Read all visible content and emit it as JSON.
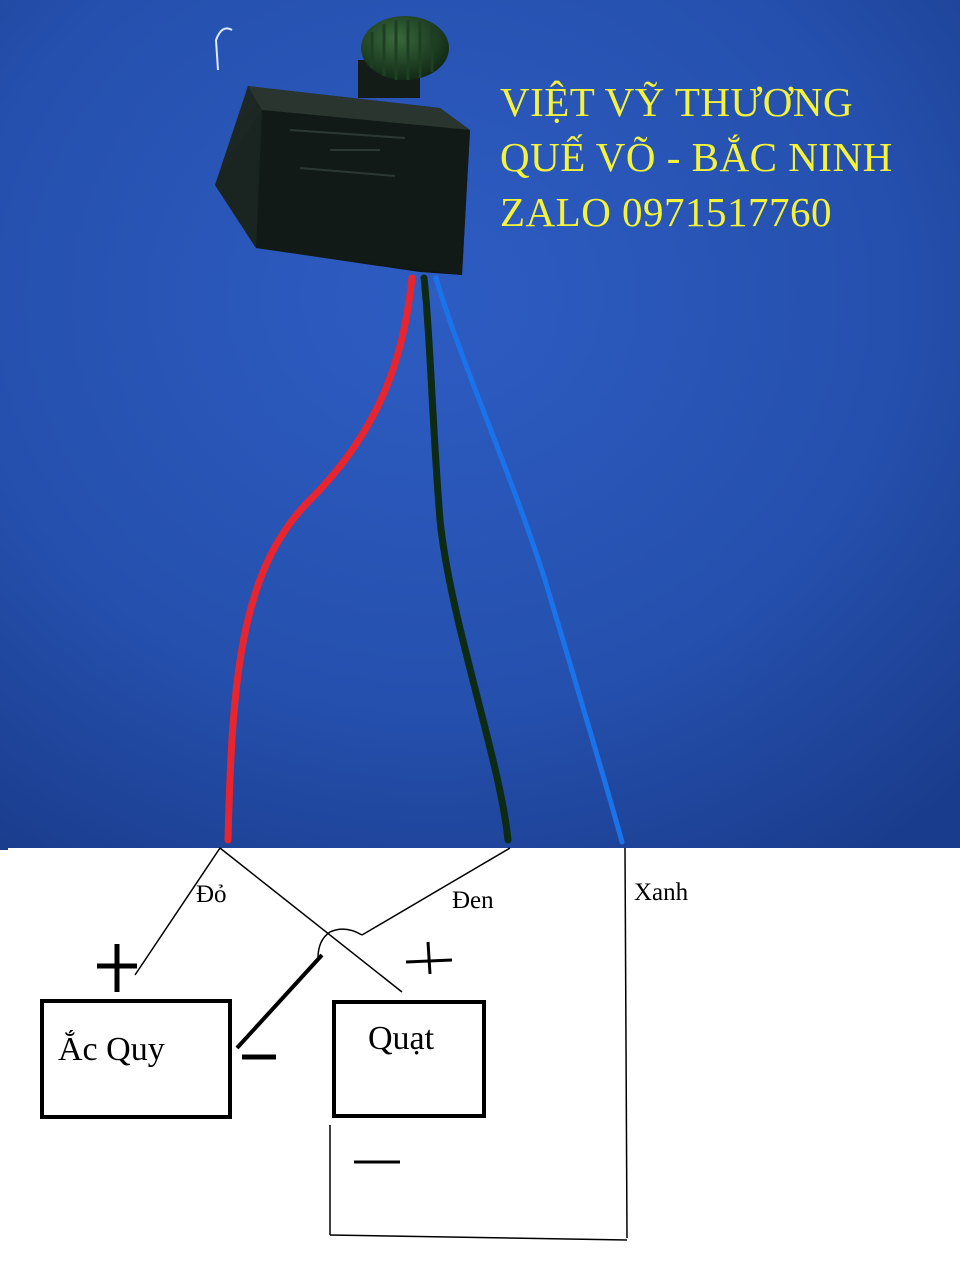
{
  "photo": {
    "watermark_lines": [
      "VIỆT VỸ THƯƠNG",
      "QUẾ VÕ - BẮC NINH",
      "ZALO 0971517760"
    ]
  },
  "diagram": {
    "wire_labels": {
      "red": "Đỏ",
      "black": "Đen",
      "blue": "Xanh"
    },
    "battery_label": "Ắc Quy",
    "fan_label": "Quạt"
  },
  "colors": {
    "background_blue": "#2750b0",
    "wire_red": "#e8252e",
    "wire_black": "#0d2a14",
    "wire_blue": "#1a73ea",
    "watermark_yellow": "#f4f23a"
  }
}
